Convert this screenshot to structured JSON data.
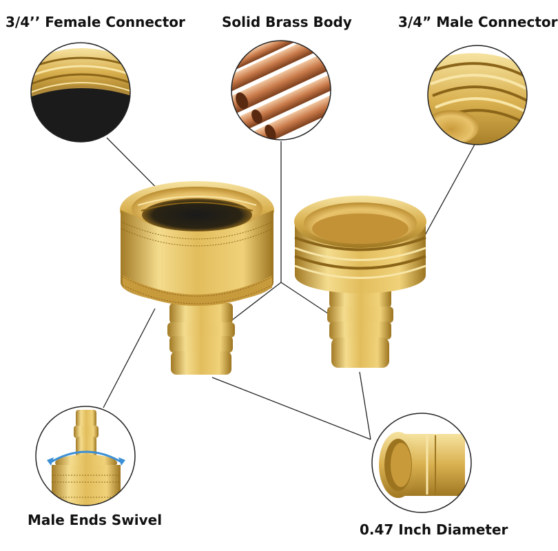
{
  "labels": {
    "female_connector": "3/4’’ Female Connector",
    "brass_body": "Solid Brass Body",
    "male_connector": "3/4” Male Connector",
    "swivel": "Male Ends Swivel",
    "diameter": "0.47 Inch Diameter"
  },
  "colors": {
    "brass_light": "#f4dc8e",
    "brass_mid": "#d9b04f",
    "brass_dark": "#9c7420",
    "copper": "#c97a4a",
    "swivel_arrow": "#3a8fd6",
    "leader_line": "#222222"
  }
}
